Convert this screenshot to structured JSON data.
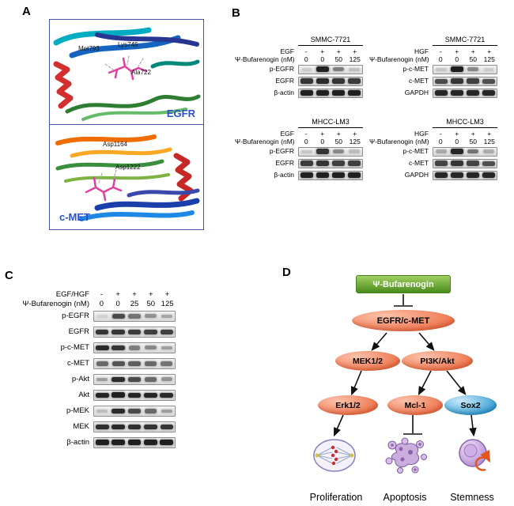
{
  "panel_a": {
    "label": "A",
    "egfr": {
      "name": "EGFR",
      "residues": [
        "Met793",
        "Lys745",
        "Ala722"
      ]
    },
    "cmet": {
      "name": "c-MET",
      "residues": [
        "Asp1164",
        "Asp1222"
      ]
    }
  },
  "panel_b": {
    "label": "B",
    "groups": [
      {
        "title": "SMMC-7721",
        "stim_label": "EGF",
        "stim": [
          "-",
          "+",
          "+",
          "+"
        ],
        "drug_label": "Ψ-Bufarenogin (nM)",
        "doses": [
          "0",
          "0",
          "50",
          "125"
        ],
        "rows": [
          {
            "protein": "p-EGFR",
            "bands": [
              0.12,
              0.95,
              0.5,
              0.18
            ]
          },
          {
            "protein": "EGFR",
            "bands": [
              0.85,
              0.9,
              0.85,
              0.82
            ]
          },
          {
            "protein": "β-actin",
            "bands": [
              0.95,
              0.95,
              0.95,
              0.95
            ]
          }
        ]
      },
      {
        "title": "SMMC-7721",
        "stim_label": "HGF",
        "stim": [
          "-",
          "+",
          "+",
          "+"
        ],
        "drug_label": "Ψ-Bufarenogin (nM)",
        "doses": [
          "0",
          "0",
          "50",
          "125"
        ],
        "rows": [
          {
            "protein": "p-c-MET",
            "bands": [
              0.15,
              0.97,
              0.45,
              0.12
            ]
          },
          {
            "protein": "c-MET",
            "bands": [
              0.75,
              0.85,
              0.8,
              0.72
            ]
          },
          {
            "protein": "GAPDH",
            "bands": [
              0.92,
              0.92,
              0.92,
              0.92
            ]
          }
        ]
      },
      {
        "title": "MHCC-LM3",
        "stim_label": "EGF",
        "stim": [
          "-",
          "+",
          "+",
          "+"
        ],
        "drug_label": "Ψ-Bufarenogin (nM)",
        "doses": [
          "0",
          "0",
          "50",
          "125"
        ],
        "rows": [
          {
            "protein": "p-EGFR",
            "bands": [
              0.15,
              0.85,
              0.45,
              0.2
            ]
          },
          {
            "protein": "EGFR",
            "bands": [
              0.82,
              0.85,
              0.8,
              0.8
            ]
          },
          {
            "protein": "β-actin",
            "bands": [
              0.95,
              0.95,
              0.95,
              0.95
            ]
          }
        ]
      },
      {
        "title": "MHCC-LM3",
        "stim_label": "HGF",
        "stim": [
          "-",
          "+",
          "+",
          "+"
        ],
        "drug_label": "Ψ-Bufarenogin (nM)",
        "doses": [
          "0",
          "0",
          "50",
          "125"
        ],
        "rows": [
          {
            "protein": "p-c-MET",
            "bands": [
              0.3,
              0.92,
              0.55,
              0.28
            ]
          },
          {
            "protein": "c-MET",
            "bands": [
              0.78,
              0.85,
              0.78,
              0.72
            ]
          },
          {
            "protein": "GAPDH",
            "bands": [
              0.92,
              0.92,
              0.92,
              0.92
            ]
          }
        ]
      }
    ]
  },
  "panel_c": {
    "label": "C",
    "group": {
      "stim_label": "EGF/HGF",
      "stim": [
        "-",
        "+",
        "+",
        "+",
        "+"
      ],
      "drug_label": "Ψ-Bufarenogin (nM)",
      "doses": [
        "0",
        "0",
        "25",
        "50",
        "125"
      ],
      "rows": [
        {
          "protein": "p-EGFR",
          "bands": [
            0.1,
            0.75,
            0.55,
            0.4,
            0.3
          ]
        },
        {
          "protein": "EGFR",
          "bands": [
            0.85,
            0.85,
            0.82,
            0.8,
            0.8
          ]
        },
        {
          "protein": "p-c-MET",
          "bands": [
            0.9,
            0.85,
            0.5,
            0.45,
            0.35
          ]
        },
        {
          "protein": "c-MET",
          "bands": [
            0.6,
            0.7,
            0.65,
            0.6,
            0.55
          ]
        },
        {
          "protein": "p-Akt",
          "bands": [
            0.35,
            0.9,
            0.75,
            0.6,
            0.4
          ]
        },
        {
          "protein": "Akt",
          "bands": [
            0.92,
            0.95,
            0.92,
            0.92,
            0.9
          ]
        },
        {
          "protein": "p-MEK",
          "bands": [
            0.2,
            0.9,
            0.75,
            0.6,
            0.35
          ]
        },
        {
          "protein": "MEK",
          "bands": [
            0.88,
            0.9,
            0.88,
            0.86,
            0.85
          ]
        },
        {
          "protein": "β-actin",
          "bands": [
            0.95,
            0.95,
            0.95,
            0.95,
            0.95
          ]
        }
      ]
    }
  },
  "panel_d": {
    "label": "D",
    "nodes": {
      "drug": "Ψ-Bufarenogin",
      "receptor": "EGFR/c-MET",
      "mek": "MEK1/2",
      "pi3k": "PI3K/Akt",
      "erk": "Erk1/2",
      "mcl1": "Mcl-1",
      "sox2": "Sox2"
    },
    "outcomes": [
      "Proliferation",
      "Apoptosis",
      "Stemness"
    ],
    "colors": {
      "drug_green": "#4a8a1d",
      "node_salmon": "#ee7048",
      "node_blue": "#2f9ad0"
    }
  }
}
